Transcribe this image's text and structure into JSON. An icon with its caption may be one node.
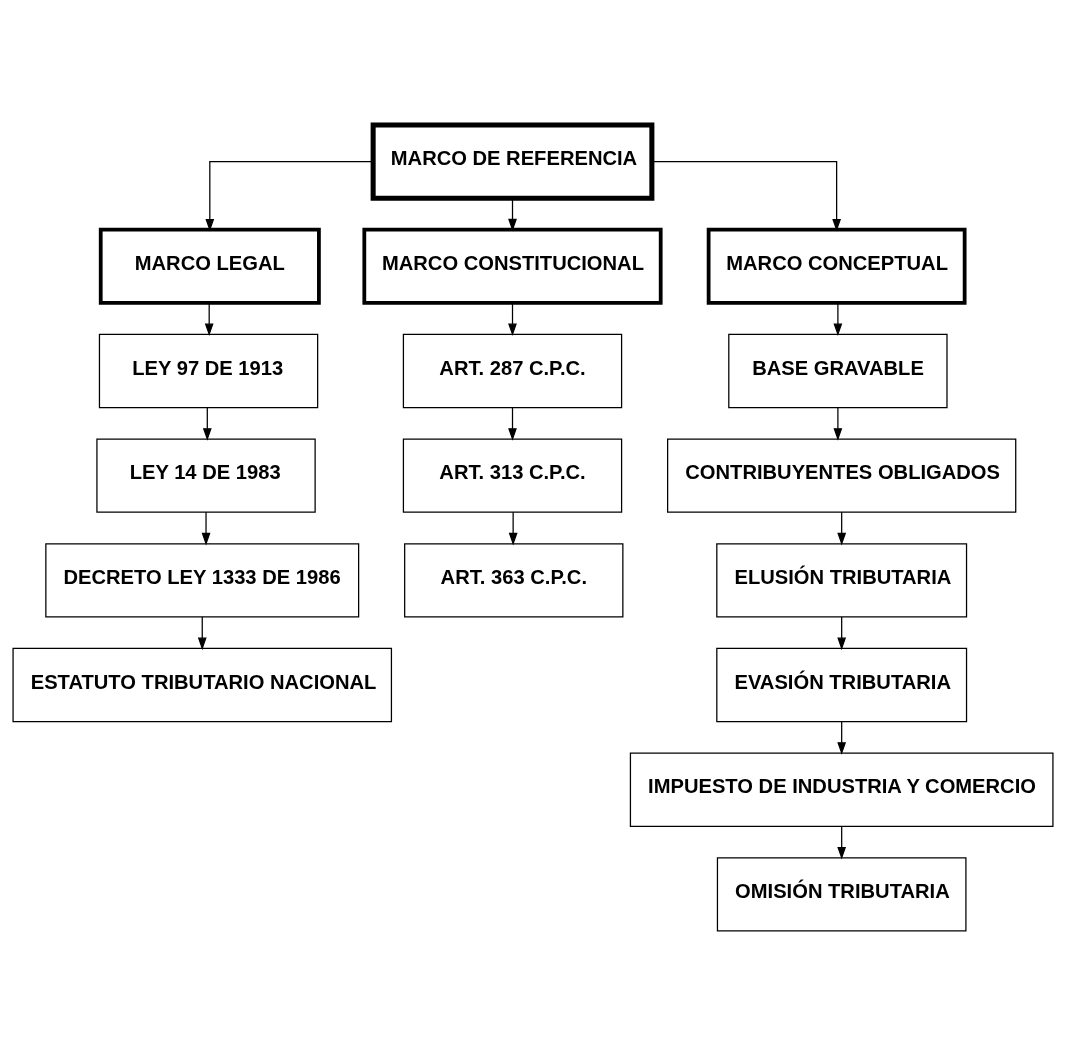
{
  "diagram": {
    "nodes": [
      {
        "text": [
          "MARCO DE REFERENCIA"
        ]
      },
      {
        "text": [
          "MARCO LEGAL"
        ]
      },
      {
        "text": [
          "MARCO CONSTITUCIONAL"
        ]
      },
      {
        "text": [
          "MARCO CONCEPTUAL"
        ]
      },
      {
        "text": [
          "LEY 97 DE 1913"
        ]
      },
      {
        "text": [
          "LEY 14 DE 1983"
        ]
      },
      {
        "text": [
          "DECRETO LEY 1333 DE 1986"
        ]
      },
      {
        "text": [
          "ESTATUTO TRIBUTARIO NACIONAL"
        ]
      },
      {
        "text": [
          "ART. 287 C.P.C."
        ]
      },
      {
        "text": [
          "ART. 313 C.P.C."
        ]
      },
      {
        "text": [
          "ART. 363 C.P.C."
        ]
      },
      {
        "text": [
          "BASE GRAVABLE"
        ]
      },
      {
        "text": [
          "CONTRIBUYENTES OBLIGADOS"
        ]
      },
      {
        "text": [
          "ELUSIÓN TRIBUTARIA"
        ]
      },
      {
        "text": [
          "EVASIÓN TRIBUTARIA"
        ]
      },
      {
        "text": [
          "IMPUESTO DE INDUSTRIA Y COMERCIO"
        ]
      },
      {
        "text": [
          "OMISIÓN TRIBUTARIA"
        ]
      }
    ],
    "edges": [
      {
        "from": 0,
        "to": 1,
        "arrow": "to"
      },
      {
        "from": 0,
        "to": 2,
        "arrow": "to"
      },
      {
        "from": 0,
        "to": 3,
        "arrow": "to"
      },
      {
        "from": 1,
        "to": 4,
        "arrow": "to"
      },
      {
        "from": 4,
        "to": 5,
        "arrow": "to"
      },
      {
        "from": 5,
        "to": 6,
        "arrow": "to"
      },
      {
        "from": 6,
        "to": 7,
        "arrow": "to"
      },
      {
        "from": 2,
        "to": 8,
        "arrow": "to"
      },
      {
        "from": 8,
        "to": 9,
        "arrow": "to"
      },
      {
        "from": 9,
        "to": 10,
        "arrow": "to"
      },
      {
        "from": 3,
        "to": 11,
        "arrow": "to"
      },
      {
        "from": 11,
        "to": 12,
        "arrow": "to"
      },
      {
        "from": 12,
        "to": 13,
        "arrow": "to"
      },
      {
        "from": 13,
        "to": 14,
        "arrow": "to"
      },
      {
        "from": 14,
        "to": 15,
        "arrow": "to"
      },
      {
        "from": 15,
        "to": 16,
        "arrow": "to"
      }
    ]
  }
}
